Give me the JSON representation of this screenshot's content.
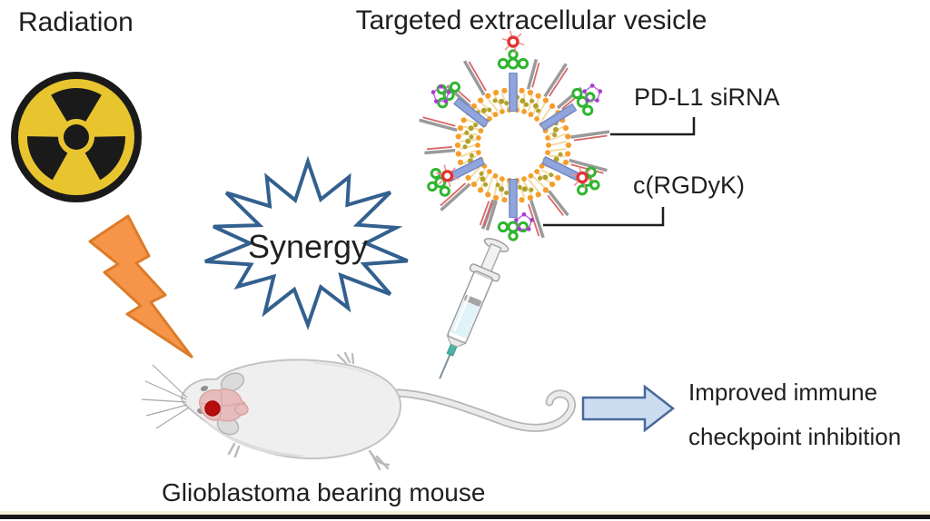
{
  "title": "Targeted extracellular vesicle",
  "labels": {
    "radiation": "Radiation",
    "synergy": "Synergy",
    "pdl1_sirna": "PD-L1 siRNA",
    "crgdyk": "c(RGDyK)",
    "mouse_caption": "Glioblastoma bearing mouse",
    "outcome_line1": "Improved immune",
    "outcome_line2": "checkpoint inhibition"
  },
  "icons": {
    "radiation": "radiation-trefoil-icon",
    "lightning": "lightning-bolt-icon",
    "starburst": "synergy-starburst-shape",
    "vesicle": "extracellular-vesicle-illustration",
    "syringe": "syringe-icon",
    "mouse": "glioblastoma-mouse-illustration",
    "arrow": "right-block-arrow-icon"
  },
  "colors": {
    "radiation_yellow": "#E8C52F",
    "trefoil_black": "#1A1A1A",
    "bolt_orange": "#F6954A",
    "bolt_outline": "#DC7B28",
    "star_blue": "#33608F",
    "arrow_fill": "#CCDDF1",
    "arrow_outline": "#49699B",
    "membrane_orange": "#F59E2A",
    "lipid_tail": "#F2DCA8",
    "rod_blue": "#8FA5DB",
    "peptide_green": "#2FB52F",
    "dye_red": "#E23333",
    "pentagon_purple": "#A93BD1",
    "sirna_gray": "#9A9A9A",
    "sirna_red": "#D96666",
    "oligo_olive": "#B1A22A",
    "mouse_gray": "#EFEFEF",
    "brain_pink": "#E7BCBC",
    "tumor_red": "#B90D0D",
    "text": "#1F1F1F"
  }
}
